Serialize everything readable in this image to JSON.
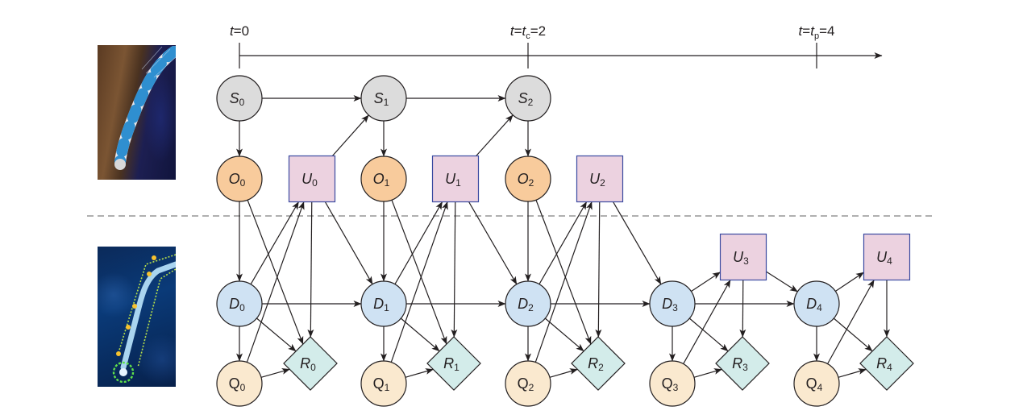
{
  "timeline": {
    "ticks": [
      {
        "var": "t",
        "sub": "",
        "value": "0",
        "step": 0
      },
      {
        "var": "t",
        "sub": "c",
        "value": "2",
        "step": 2
      },
      {
        "var": "t",
        "sub": "p",
        "value": "4",
        "step": 4
      }
    ]
  },
  "images": {
    "top": "drilling-bit-downhole-image",
    "bottom": "wellbore-trajectory-digital-image"
  },
  "colors": {
    "S": "#dcdcdc",
    "O": "#f8cb9c",
    "U": "#ecd2e0",
    "U_border": "#3a4aa0",
    "D": "#cfe2f3",
    "Q": "#fae9cf",
    "R": "#d3ecea",
    "stroke": "#231f20",
    "divider": "#808080"
  },
  "nodes": [
    {
      "id": "S0",
      "letter": "S",
      "sub": "0",
      "type": "S",
      "step": 0,
      "row": "S"
    },
    {
      "id": "S1",
      "letter": "S",
      "sub": "1",
      "type": "S",
      "step": 1,
      "row": "S"
    },
    {
      "id": "S2",
      "letter": "S",
      "sub": "2",
      "type": "S",
      "step": 2,
      "row": "S"
    },
    {
      "id": "O0",
      "letter": "O",
      "sub": "0",
      "type": "O",
      "step": 0,
      "row": "O"
    },
    {
      "id": "O1",
      "letter": "O",
      "sub": "1",
      "type": "O",
      "step": 1,
      "row": "O"
    },
    {
      "id": "O2",
      "letter": "O",
      "sub": "2",
      "type": "O",
      "step": 2,
      "row": "O"
    },
    {
      "id": "U0",
      "letter": "U",
      "sub": "0",
      "type": "U",
      "step": 0,
      "row": "Uhi"
    },
    {
      "id": "U1",
      "letter": "U",
      "sub": "1",
      "type": "U",
      "step": 1,
      "row": "Uhi"
    },
    {
      "id": "U2",
      "letter": "U",
      "sub": "2",
      "type": "U",
      "step": 2,
      "row": "Uhi"
    },
    {
      "id": "U3",
      "letter": "U",
      "sub": "3",
      "type": "U",
      "step": 3,
      "row": "Ulo"
    },
    {
      "id": "U4",
      "letter": "U",
      "sub": "4",
      "type": "U",
      "step": 4,
      "row": "Ulo"
    },
    {
      "id": "D0",
      "letter": "D",
      "sub": "0",
      "type": "D",
      "step": 0,
      "row": "D"
    },
    {
      "id": "D1",
      "letter": "D",
      "sub": "1",
      "type": "D",
      "step": 1,
      "row": "D"
    },
    {
      "id": "D2",
      "letter": "D",
      "sub": "2",
      "type": "D",
      "step": 2,
      "row": "D"
    },
    {
      "id": "D3",
      "letter": "D",
      "sub": "3",
      "type": "D",
      "step": 3,
      "row": "D"
    },
    {
      "id": "D4",
      "letter": "D",
      "sub": "4",
      "type": "D",
      "step": 4,
      "row": "D"
    },
    {
      "id": "Q0",
      "letter": "Q",
      "sub": "0",
      "type": "Q",
      "step": 0,
      "row": "Q"
    },
    {
      "id": "Q1",
      "letter": "Q",
      "sub": "1",
      "type": "Q",
      "step": 1,
      "row": "Q"
    },
    {
      "id": "Q2",
      "letter": "Q",
      "sub": "2",
      "type": "Q",
      "step": 2,
      "row": "Q"
    },
    {
      "id": "Q3",
      "letter": "Q",
      "sub": "3",
      "type": "Q",
      "step": 3,
      "row": "Q"
    },
    {
      "id": "Q4",
      "letter": "Q",
      "sub": "4",
      "type": "Q",
      "step": 4,
      "row": "Q"
    },
    {
      "id": "R0",
      "letter": "R",
      "sub": "0",
      "type": "R",
      "step": 0,
      "row": "R"
    },
    {
      "id": "R1",
      "letter": "R",
      "sub": "1",
      "type": "R",
      "step": 1,
      "row": "R"
    },
    {
      "id": "R2",
      "letter": "R",
      "sub": "2",
      "type": "R",
      "step": 2,
      "row": "R"
    },
    {
      "id": "R3",
      "letter": "R",
      "sub": "3",
      "type": "R",
      "step": 3,
      "row": "R"
    },
    {
      "id": "R4",
      "letter": "R",
      "sub": "4",
      "type": "R",
      "step": 4,
      "row": "R"
    }
  ],
  "edges": [
    [
      "S0",
      "S1"
    ],
    [
      "S1",
      "S2"
    ],
    [
      "S0",
      "O0"
    ],
    [
      "S1",
      "O1"
    ],
    [
      "S2",
      "O2"
    ],
    [
      "U0",
      "S1"
    ],
    [
      "U1",
      "S2"
    ],
    [
      "O0",
      "D0"
    ],
    [
      "O1",
      "D1"
    ],
    [
      "O2",
      "D2"
    ],
    [
      "O0",
      "R0"
    ],
    [
      "O1",
      "R1"
    ],
    [
      "O2",
      "R2"
    ],
    [
      "U0",
      "R0"
    ],
    [
      "U1",
      "R1"
    ],
    [
      "U2",
      "R2"
    ],
    [
      "U0",
      "D1"
    ],
    [
      "U1",
      "D2"
    ],
    [
      "U2",
      "D3"
    ],
    [
      "D0",
      "U0"
    ],
    [
      "D1",
      "U1"
    ],
    [
      "D2",
      "U2"
    ],
    [
      "Q0",
      "U0"
    ],
    [
      "Q1",
      "U1"
    ],
    [
      "Q2",
      "U2"
    ],
    [
      "D0",
      "D1"
    ],
    [
      "D1",
      "D2"
    ],
    [
      "D2",
      "D3"
    ],
    [
      "D3",
      "D4"
    ],
    [
      "D0",
      "Q0"
    ],
    [
      "D1",
      "Q1"
    ],
    [
      "D2",
      "Q2"
    ],
    [
      "D3",
      "Q3"
    ],
    [
      "D4",
      "Q4"
    ],
    [
      "D0",
      "R0"
    ],
    [
      "D1",
      "R1"
    ],
    [
      "D2",
      "R2"
    ],
    [
      "D3",
      "R3"
    ],
    [
      "D4",
      "R4"
    ],
    [
      "Q0",
      "R0"
    ],
    [
      "Q1",
      "R1"
    ],
    [
      "Q2",
      "R2"
    ],
    [
      "Q3",
      "R3"
    ],
    [
      "Q4",
      "R4"
    ],
    [
      "D3",
      "U3"
    ],
    [
      "Q3",
      "U3"
    ],
    [
      "U3",
      "R3"
    ],
    [
      "U3",
      "D4"
    ],
    [
      "D4",
      "U4"
    ],
    [
      "Q4",
      "U4"
    ],
    [
      "U4",
      "R4"
    ]
  ]
}
